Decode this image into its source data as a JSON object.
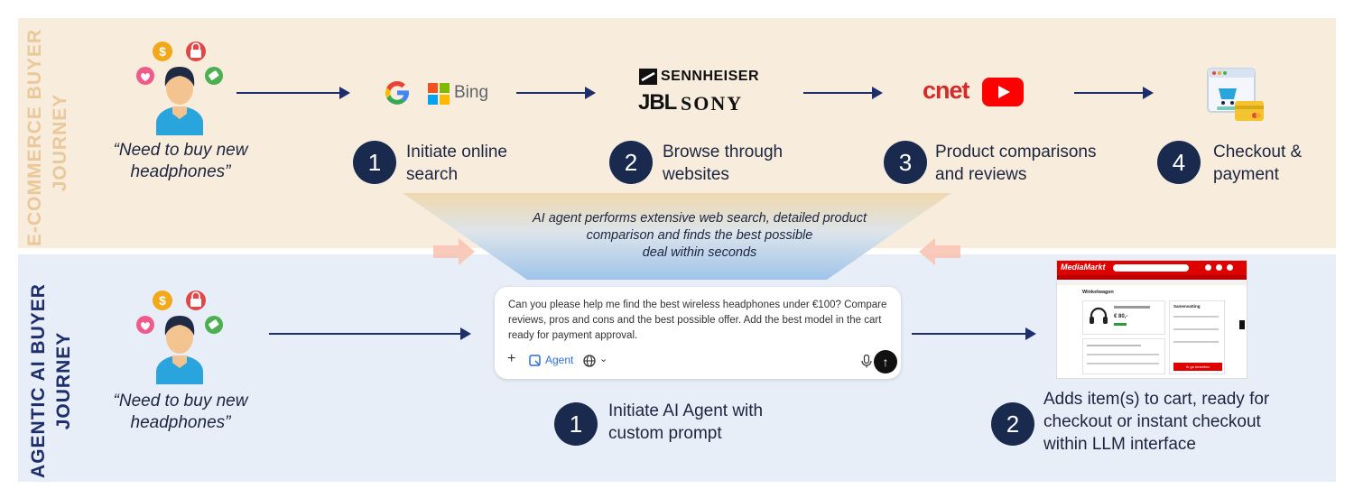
{
  "top_band": {
    "label_line1": "E-COMMERCE  BUYER",
    "label_line2": "JOURNEY",
    "quote_line1": "“Need to buy new",
    "quote_line2": "headphones”",
    "steps": [
      {
        "number": "1",
        "line1": "Initiate online",
        "line2": "search"
      },
      {
        "number": "2",
        "line1": "Browse through",
        "line2": "websites"
      },
      {
        "number": "3",
        "line1": "Product comparisons",
        "line2": "and reviews"
      },
      {
        "number": "4",
        "line1": "Checkout &",
        "line2": "payment"
      }
    ],
    "logos": {
      "bing": "Bing",
      "sennheiser": "SENNHEISER",
      "jbl": "JBL",
      "sony": "SONY",
      "cnet": "cnet"
    }
  },
  "funnel": {
    "line1": "AI agent performs extensive web search, detailed product",
    "line2": "comparison and finds the best possible",
    "line3": "deal within seconds"
  },
  "bottom_band": {
    "label_line1": "AGENTIC AI BUYER",
    "label_line2": "JOURNEY",
    "quote_line1": "“Need to buy new",
    "quote_line2": "headphones”",
    "prompt": {
      "line1": "Can you please help me find the best wireless headphones under €100? Compare",
      "line2": "reviews, pros and cons and the best possible offer. Add the best model in the cart",
      "line3": "ready for payment approval.",
      "agent_label": "Agent"
    },
    "steps": [
      {
        "number": "1",
        "line1": "Initiate AI Agent with",
        "line2": "custom prompt"
      },
      {
        "number": "2",
        "line1": "Adds item(s) to cart, ready for",
        "line2": "checkout or instant checkout",
        "line3": "within LLM interface"
      }
    ],
    "cart_shot": {
      "brand": "MediaMarkt",
      "heading": "Winkelwagen",
      "price": "€ 80,-",
      "summary": "Samenvatting",
      "checkout_button": "Ik ga bestellen"
    }
  },
  "colors": {
    "top_band": "#f8ecdd",
    "bottom_band": "#e8eef7",
    "navy": "#1a2a4e",
    "top_label": "#eac89a",
    "bottom_label": "#1d2e6b"
  }
}
